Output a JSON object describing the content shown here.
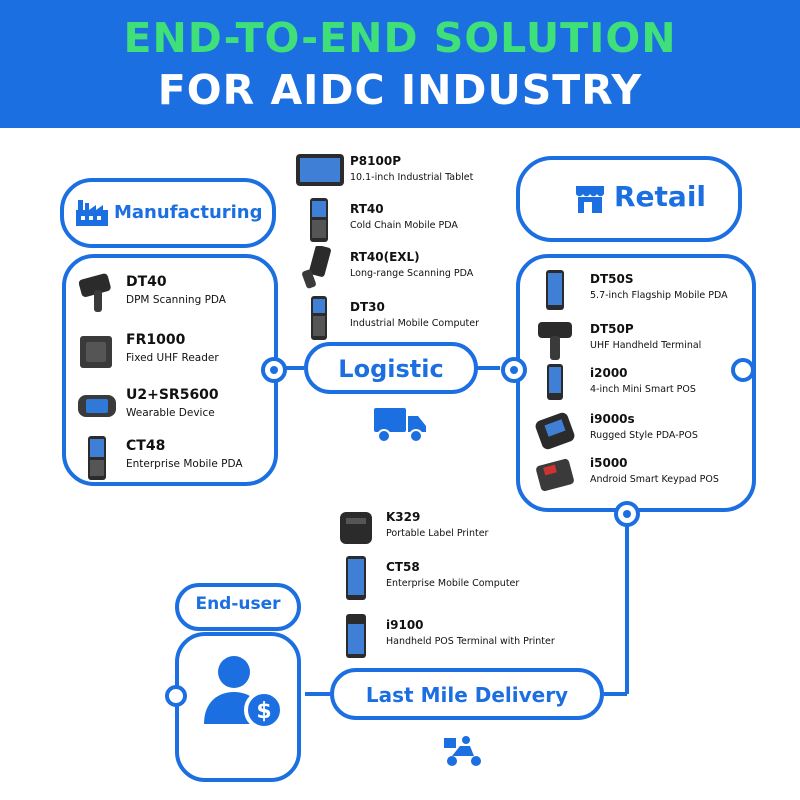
{
  "header": {
    "line1": "END-TO-END SOLUTION",
    "line2": "FOR AIDC INDUSTRY"
  },
  "colors": {
    "accent": "#1c6fe0",
    "headline_green": "#3fe07a",
    "banner": "#1c6fe0"
  },
  "manufacturing": {
    "title": "Manufacturing",
    "icon": "factory-icon",
    "products": [
      {
        "name": "DT40",
        "desc": "DPM Scanning PDA"
      },
      {
        "name": "FR1000",
        "desc": "Fixed UHF Reader"
      },
      {
        "name": "U2+SR5600",
        "desc": "Wearable Device"
      },
      {
        "name": "CT48",
        "desc": "Enterprise Mobile PDA"
      }
    ]
  },
  "logistic": {
    "title": "Logistic",
    "icon": "truck-icon",
    "products": [
      {
        "name": "P8100P",
        "desc": "10.1-inch Industrial Tablet"
      },
      {
        "name": "RT40",
        "desc": "Cold Chain Mobile PDA"
      },
      {
        "name": "RT40(EXL)",
        "desc": "Long-range Scanning PDA"
      },
      {
        "name": "DT30",
        "desc": "Industrial Mobile Computer"
      }
    ]
  },
  "retail": {
    "title": "Retail",
    "icon": "store-icon",
    "products": [
      {
        "name": "DT50S",
        "desc": "5.7-inch Flagship Mobile PDA"
      },
      {
        "name": "DT50P",
        "desc": "UHF Handheld Terminal"
      },
      {
        "name": "i2000",
        "desc": "4-inch Mini Smart POS"
      },
      {
        "name": "i9000s",
        "desc": "Rugged Style PDA-POS"
      },
      {
        "name": "i5000",
        "desc": "Android Smart Keypad POS"
      }
    ]
  },
  "last_mile": {
    "title": "Last Mile Delivery",
    "icon": "delivery-scooter-icon",
    "products": [
      {
        "name": "K329",
        "desc": "Portable Label Printer"
      },
      {
        "name": "CT58",
        "desc": "Enterprise Mobile Computer"
      },
      {
        "name": "i9100",
        "desc": "Handheld POS Terminal with Printer"
      }
    ]
  },
  "end_user": {
    "title": "End-user",
    "icon": "user-payment-icon"
  }
}
